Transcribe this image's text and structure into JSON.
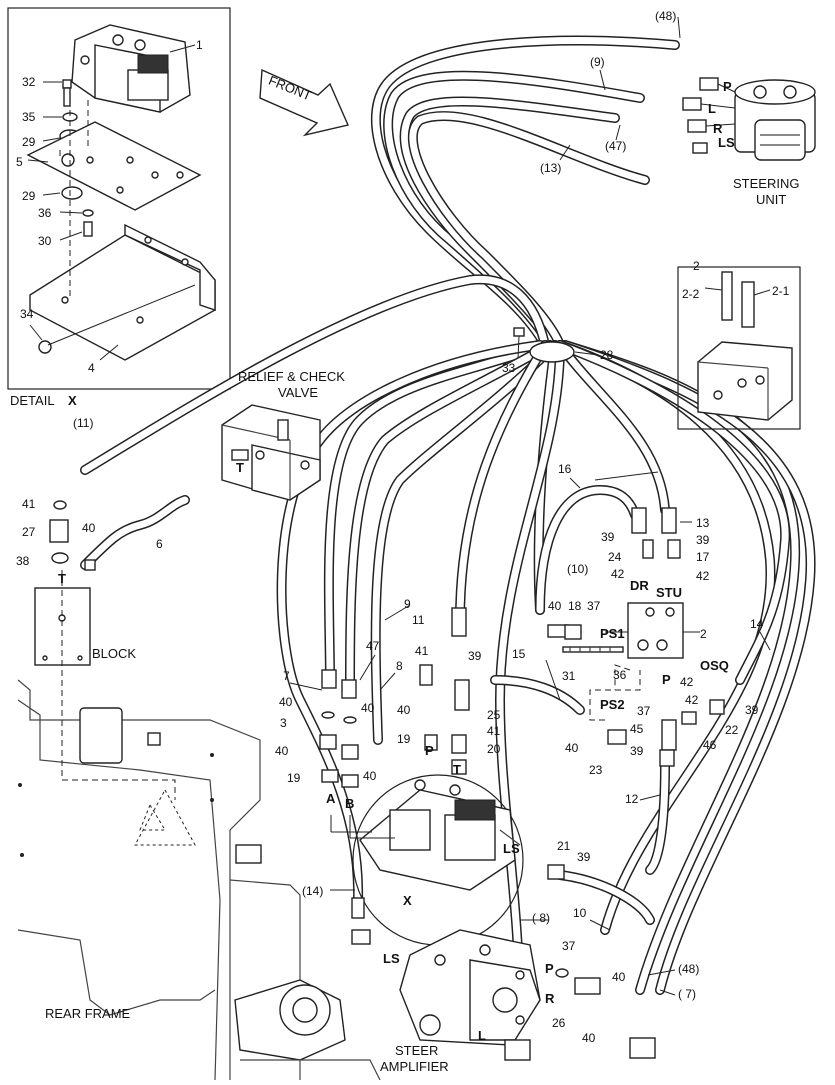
{
  "labels": {
    "front": "FRONT",
    "steering_unit": [
      "STEERING",
      "UNIT"
    ],
    "relief_check_valve": [
      "RELIEF & CHECK",
      "VALVE"
    ],
    "block": "BLOCK",
    "detail_x": [
      "DETAIL",
      "X"
    ],
    "rear_frame": "REAR FRAME",
    "steer_amplifier": [
      "STEER",
      "AMPLIFIER"
    ],
    "detail_ref": "X"
  },
  "ports": {
    "steering_P": "P",
    "steering_L": "L",
    "steering_R": "R",
    "steering_LS": "LS",
    "relief_T": "T",
    "block_T": "T",
    "valve_A": "A",
    "valve_B": "B",
    "valve_P": "P",
    "valve_T": "T",
    "valve_LS": "LS",
    "block2_DR": "DR",
    "block2_STU": "STU",
    "block2_PS1": "PS1",
    "block2_PS2": "PS2",
    "block2_P": "P",
    "block2_OSQ": "OSQ",
    "amp_LS": "LS",
    "amp_P": "P",
    "amp_R": "R",
    "amp_L": "L"
  },
  "part_numbers": {
    "p48_top": "(48)",
    "p9_top": "(9)",
    "p13_top": "(13)",
    "p47_top": "(47)",
    "p1": "1",
    "p32": "32",
    "p35": "35",
    "p29a": "29",
    "p5": "5",
    "p29b": "29",
    "p36a": "36",
    "p30": "30",
    "p34": "34",
    "p4": "4",
    "p2": "2",
    "p2_2": "2-2",
    "p2_1": "2-1",
    "p28": "28",
    "p33": "33",
    "p11_paren": "(11)",
    "p41a": "41",
    "p27": "27",
    "p40a": "40",
    "p38": "38",
    "p6": "6",
    "p16": "16",
    "p13": "13",
    "p39a": "39",
    "p39b": "39",
    "p24": "24",
    "p17": "17",
    "p42a": "42",
    "p42b": "42",
    "p10_paren": "(10)",
    "p40b": "40",
    "p18": "18",
    "p37a": "37",
    "p2b": "2",
    "p14": "14",
    "p11": "11",
    "p9": "9",
    "p47": "47",
    "p8": "8",
    "p7": "7",
    "p41b": "41",
    "p39c": "39",
    "p15": "15",
    "p31": "31",
    "p36b": "36",
    "p42c": "42",
    "p22": "22",
    "p39d": "39",
    "p42d": "42",
    "p46": "46",
    "p45": "45",
    "p37b": "37",
    "p40c": "40",
    "p23": "23",
    "p39e": "39",
    "p12": "12",
    "p40d": "40",
    "p25": "25",
    "p41c": "41",
    "p20": "20",
    "p19a": "19",
    "p40e": "40",
    "p40f": "40",
    "p3": "3",
    "p40g": "40",
    "p40h": "40",
    "p19b": "19",
    "p14_paren": "(14)",
    "p8_paren": "( 8)",
    "p21": "21",
    "p39f": "39",
    "p10": "10",
    "p37c": "37",
    "p40i": "40",
    "p48_paren": "(48)",
    "p7_paren": "( 7)",
    "p26": "26",
    "p40j": "40"
  }
}
